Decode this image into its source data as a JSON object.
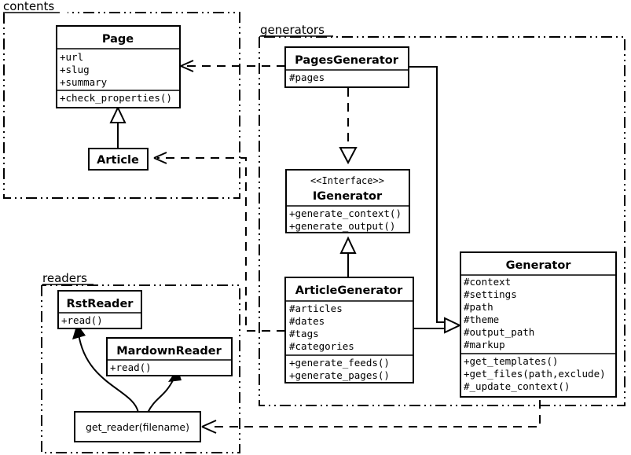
{
  "diagram": {
    "type": "uml-class-diagram",
    "packages": [
      {
        "id": "contents",
        "label": "contents"
      },
      {
        "id": "generators",
        "label": "generators"
      },
      {
        "id": "readers",
        "label": "readers"
      }
    ],
    "classes": [
      {
        "id": "page",
        "name": "Page",
        "stereotype": "",
        "attributes": [
          "+url",
          "+slug",
          "+summary"
        ],
        "methods": [
          "+check_properties()"
        ]
      },
      {
        "id": "article",
        "name": "Article",
        "stereotype": "",
        "attributes": [],
        "methods": []
      },
      {
        "id": "pages_generator",
        "name": "PagesGenerator",
        "stereotype": "",
        "attributes": [
          "#pages"
        ],
        "methods": []
      },
      {
        "id": "igenerator",
        "name": "IGenerator",
        "stereotype": "<<Interface>>",
        "attributes": [],
        "methods": [
          "+generate_context()",
          "+generate_output()"
        ]
      },
      {
        "id": "article_generator",
        "name": "ArticleGenerator",
        "stereotype": "",
        "attributes": [
          "#articles",
          "#dates",
          "#tags",
          "#categories"
        ],
        "methods": [
          "+generate_feeds()",
          "+generate_pages()"
        ]
      },
      {
        "id": "generator",
        "name": "Generator",
        "stereotype": "",
        "attributes": [
          "#context",
          "#settings",
          "#path",
          "#theme",
          "#output_path",
          "#markup"
        ],
        "methods": [
          "+get_templates()",
          "+get_files(path,exclude)",
          "#_update_context()"
        ]
      },
      {
        "id": "rst_reader",
        "name": "RstReader",
        "stereotype": "",
        "attributes": [],
        "methods": [
          "+read()"
        ]
      },
      {
        "id": "mardown_reader",
        "name": "MardownReader",
        "stereotype": "",
        "attributes": [],
        "methods": [
          "+read()"
        ]
      }
    ],
    "functions": [
      {
        "id": "get_reader",
        "label": "get_reader(filename)"
      }
    ],
    "relations": [
      {
        "from": "pages_generator",
        "to": "page",
        "kind": "dependency"
      },
      {
        "from": "article_generator",
        "to": "article",
        "kind": "dependency"
      },
      {
        "from": "article",
        "to": "page",
        "kind": "generalization"
      },
      {
        "from": "pages_generator",
        "to": "igenerator",
        "kind": "realization"
      },
      {
        "from": "article_generator",
        "to": "igenerator",
        "kind": "generalization"
      },
      {
        "from": "pages_generator",
        "to": "generator",
        "kind": "generalization"
      },
      {
        "from": "article_generator",
        "to": "generator",
        "kind": "generalization"
      },
      {
        "from": "generator",
        "to": "get_reader",
        "kind": "dependency"
      },
      {
        "from": "get_reader",
        "to": "rst_reader",
        "kind": "call"
      },
      {
        "from": "get_reader",
        "to": "mardown_reader",
        "kind": "call"
      }
    ],
    "colors": {
      "stroke": "#000000",
      "fill": "#ffffff",
      "background": "#ffffff"
    }
  }
}
